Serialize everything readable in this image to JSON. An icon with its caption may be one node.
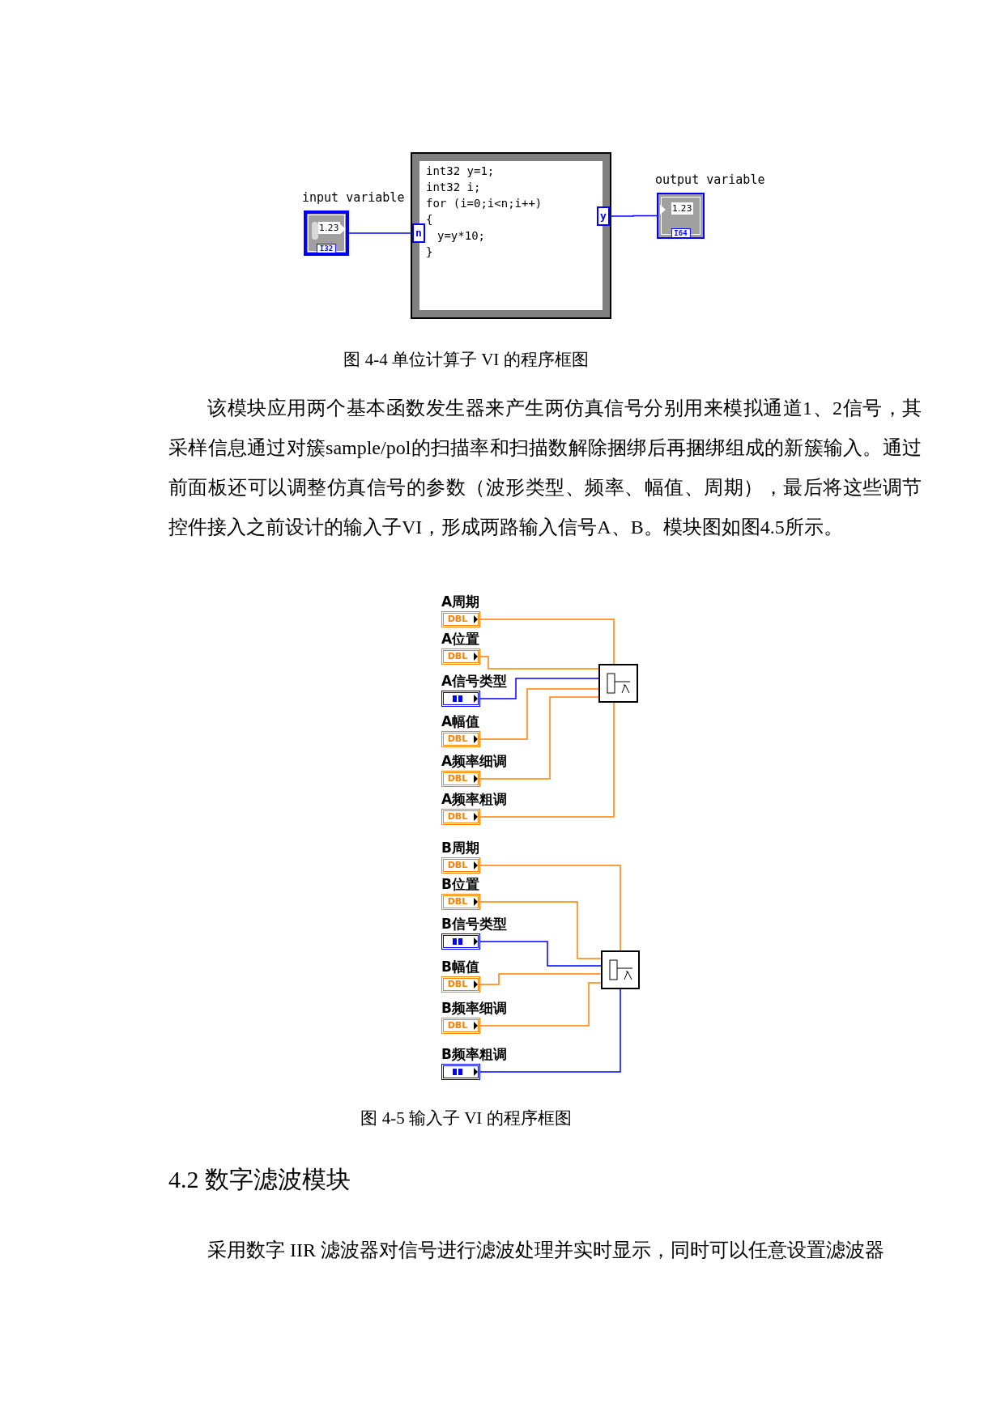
{
  "diagram": {
    "nodes": [
      {
        "text": [
          "input variable",
          "1.23",
          "I32"
        ]
      },
      {
        "text": [
          "int32 y=1;",
          "int32 i;",
          "for (i=0;i<n;i++)",
          "{",
          "y=y*10;",
          "}"
        ]
      },
      {
        "text": [
          "n"
        ],
        "in": 1
      },
      {
        "text": [
          "y"
        ],
        "in": 1
      },
      {
        "text": [
          "output variable",
          "1.23",
          "I64"
        ]
      },
      {
        "text": [
          "A周期",
          "DBL"
        ]
      },
      {
        "text": [
          "A位置",
          "DBL"
        ]
      },
      {
        "text": [
          "A信号类型"
        ]
      },
      {
        "text": [
          "A幅值",
          "DBL"
        ]
      },
      {
        "text": [
          "A频率细调",
          "DBL"
        ]
      },
      {
        "text": [
          "A频率粗调",
          "DBL"
        ]
      },
      {
        "text": [],
        "shape": "box"
      },
      {
        "text": [
          "B周期",
          "DBL"
        ]
      },
      {
        "text": [
          "B位置",
          "DBL"
        ]
      },
      {
        "text": [
          "B信号类型"
        ]
      },
      {
        "text": [
          "B幅值",
          "DBL"
        ]
      },
      {
        "text": [
          "B频率细调",
          "DBL"
        ]
      },
      {
        "text": [
          "B频率粗调"
        ]
      },
      {
        "text": [],
        "shape": "box"
      }
    ],
    "edges": [
      {
        "from": 0,
        "to": 2,
        "arrow": "none",
        "color": "#0000ff"
      },
      {
        "from": 3,
        "to": 4,
        "arrow": "none",
        "color": "#0000ff"
      },
      {
        "from": 5,
        "to": 11,
        "arrow": "none"
      },
      {
        "from": 6,
        "to": 11,
        "arrow": "none"
      },
      {
        "from": 7,
        "to": 11,
        "arrow": "none",
        "color": "#0000ff"
      },
      {
        "from": 8,
        "to": 11,
        "arrow": "none"
      },
      {
        "from": 9,
        "to": 11,
        "arrow": "none"
      },
      {
        "from": 10,
        "to": 11,
        "arrow": "none"
      },
      {
        "from": 12,
        "to": 18,
        "arrow": "none"
      },
      {
        "from": 13,
        "to": 18,
        "arrow": "none"
      },
      {
        "from": 14,
        "to": 18,
        "arrow": "none",
        "color": "#0000ff"
      },
      {
        "from": 15,
        "to": 18,
        "arrow": "none"
      },
      {
        "from": 16,
        "to": 18,
        "arrow": "none"
      },
      {
        "from": 17,
        "to": 18,
        "arrow": "none",
        "color": "#0000ff"
      }
    ],
    "labels": [
      "图 4-4 单位计算子 VI 的程序框图",
      "该模块应用两个基本函数发生器来产生两仿真信号分别用来模拟通道1、2信号，其采样信息通过对簇sample/pol的扫描率和扫描数解除捆绑后再捆绑组成的新簇输入。通过前面板还可以调整仿真信号的参数（波形类型、频率、幅值、周期），最后将这些调节控件接入之前设计的输入子VI，形成两路输入信号A、B。模块图如图4.5所示。",
      "图 4-5 输入子 VI 的程序框图",
      "4.2 数字滤波模块",
      "采用数字 IIR 滤波器对信号进行滤波处理并实时显示，同时可以任意设置滤波器"
    ]
  }
}
